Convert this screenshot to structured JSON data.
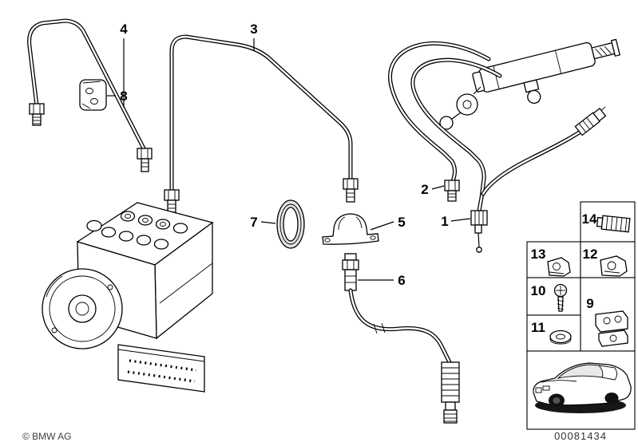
{
  "callouts": {
    "c1": "1",
    "c2": "2",
    "c3": "3",
    "c4": "4",
    "c5": "5",
    "c6": "6",
    "c7": "7",
    "c8": "8",
    "c9": "9",
    "c10": "10",
    "c11": "11",
    "c12": "12",
    "c13": "13",
    "c14": "14"
  },
  "footer": {
    "copyright": "© BMW AG",
    "drawing_number": "00081434"
  },
  "colors": {
    "background": "#ffffff",
    "line": "#000000",
    "muted_text": "#3f3f3f"
  }
}
